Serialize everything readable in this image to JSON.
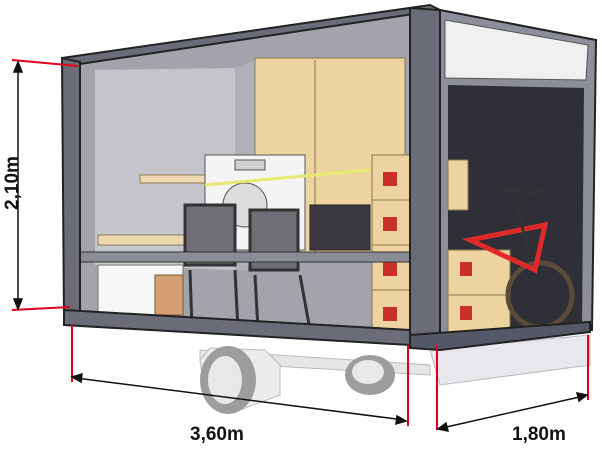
{
  "dimensions": {
    "length": "3,60m",
    "width": "1,80m",
    "height": "2,10m"
  },
  "colors": {
    "frame": "#5c5f6b",
    "panel": "#9a9ca6",
    "interior": "#bfc0c6",
    "dimension_marker": "#e0001b",
    "box": "#ecd3a0"
  }
}
